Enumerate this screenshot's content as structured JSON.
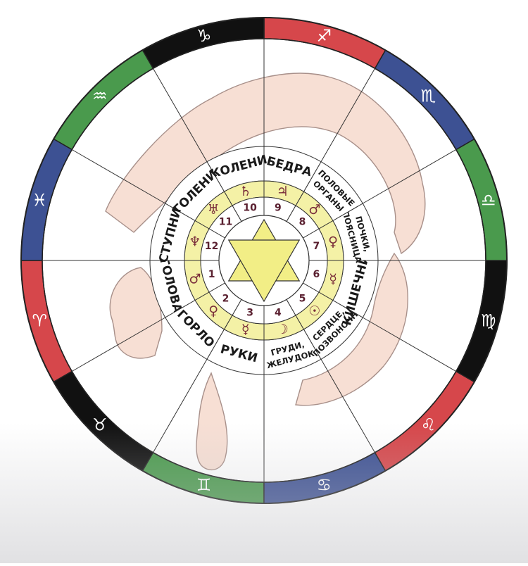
{
  "colors": {
    "red": "#d6474b",
    "blue": "#3d5193",
    "green": "#4a9a4d",
    "black": "#111111",
    "yellow_ring": "#f4f1a6",
    "star": "#f2ee86",
    "skin": "#f7dfd4",
    "skin_line": "#a8908a",
    "planet_ink": "#7a2e3b"
  },
  "zodiac": [
    {
      "sign": "aries",
      "glyph": "♈",
      "color": "red"
    },
    {
      "sign": "taurus",
      "glyph": "♉",
      "color": "black"
    },
    {
      "sign": "gemini",
      "glyph": "♊",
      "color": "green"
    },
    {
      "sign": "cancer",
      "glyph": "♋",
      "color": "blue"
    },
    {
      "sign": "leo",
      "glyph": "♌",
      "color": "red"
    },
    {
      "sign": "virgo",
      "glyph": "♍",
      "color": "black"
    },
    {
      "sign": "libra",
      "glyph": "♎",
      "color": "green"
    },
    {
      "sign": "scorpio",
      "glyph": "♏",
      "color": "blue"
    },
    {
      "sign": "sagittarius",
      "glyph": "♐",
      "color": "red"
    },
    {
      "sign": "capricorn",
      "glyph": "♑",
      "color": "black"
    },
    {
      "sign": "aquarius",
      "glyph": "♒",
      "color": "green"
    },
    {
      "sign": "pisces",
      "glyph": "♓",
      "color": "blue"
    }
  ],
  "body_parts": [
    {
      "house": 1,
      "lines": [
        "ГОЛОВА"
      ]
    },
    {
      "house": 2,
      "lines": [
        "ГОРЛО"
      ]
    },
    {
      "house": 3,
      "lines": [
        "РУКИ"
      ]
    },
    {
      "house": 4,
      "lines": [
        "ГРУДИ,",
        "ЖЕЛУДОК"
      ]
    },
    {
      "house": 5,
      "lines": [
        "СЕРДЦЕ,",
        "ПОЗВОНОЧН."
      ]
    },
    {
      "house": 6,
      "lines": [
        "КИШЕЧНИК"
      ]
    },
    {
      "house": 7,
      "lines": [
        "ПОЧКИ,",
        "ПОЯСНИЦА"
      ]
    },
    {
      "house": 8,
      "lines": [
        "ПОЛОВЫЕ",
        "ОРГАНЫ"
      ]
    },
    {
      "house": 9,
      "lines": [
        "БЕДРА"
      ]
    },
    {
      "house": 10,
      "lines": [
        "КОЛЕНИ"
      ]
    },
    {
      "house": 11,
      "lines": [
        "ГОЛЕНИ"
      ]
    },
    {
      "house": 12,
      "lines": [
        "СТУПНИ"
      ]
    }
  ],
  "planets": [
    {
      "house": 1,
      "glyph": "♂",
      "name": "mars"
    },
    {
      "house": 2,
      "glyph": "♀",
      "name": "venus"
    },
    {
      "house": 3,
      "glyph": "☿",
      "name": "mercury"
    },
    {
      "house": 4,
      "glyph": "☽",
      "name": "moon"
    },
    {
      "house": 5,
      "glyph": "☉",
      "name": "sun"
    },
    {
      "house": 6,
      "glyph": "☿",
      "name": "mercury"
    },
    {
      "house": 7,
      "glyph": "♀",
      "name": "venus"
    },
    {
      "house": 8,
      "glyph": "♂",
      "name": "mars"
    },
    {
      "house": 9,
      "glyph": "♃",
      "name": "jupiter"
    },
    {
      "house": 10,
      "glyph": "♄",
      "name": "saturn"
    },
    {
      "house": 11,
      "glyph": "♅",
      "name": "uranus"
    },
    {
      "house": 12,
      "glyph": "♆",
      "name": "neptune"
    }
  ],
  "house_numbers": [
    "1",
    "2",
    "3",
    "4",
    "5",
    "6",
    "7",
    "8",
    "9",
    "10",
    "11",
    "12"
  ]
}
